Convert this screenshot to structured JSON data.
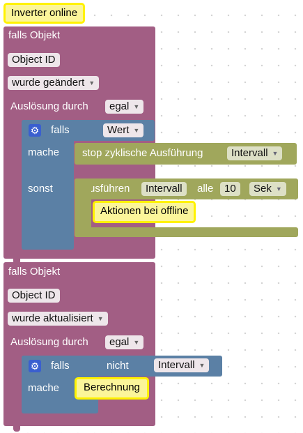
{
  "hat_block": {
    "label": "Inverter online"
  },
  "trigger1": {
    "falls_objekt": "falls Objekt",
    "object_id": "Object ID",
    "condition": "wurde geändert",
    "ausloesung_label": "Auslösung durch",
    "ausloesung_value": "egal",
    "if_block": {
      "falls": "falls",
      "condition_value": "Wert",
      "mache": "mache",
      "sonst": "sonst",
      "stop_label": "stop zyklische Ausführung",
      "stop_value": "Intervall",
      "execute_label": "Ausführen",
      "execute_name": "Intervall",
      "alle": "alle",
      "interval_number": "10",
      "interval_unit": "Sek",
      "offline_call": "Aktionen bei offline"
    }
  },
  "trigger2": {
    "falls_objekt": "falls Objekt",
    "object_id": "Object ID",
    "condition": "wurde aktualisiert",
    "ausloesung_label": "Auslösung durch",
    "ausloesung_value": "egal",
    "if_block": {
      "falls": "falls",
      "nicht": "nicht",
      "condition_value": "Intervall",
      "mache": "mache",
      "call": "Berechnung"
    }
  },
  "colors": {
    "trigger": "#a25e84",
    "logic": "#5b80a5",
    "timeout": "#a0a75c",
    "highlight": "#fff200",
    "gear": "#3a5fcf"
  },
  "icons": [
    "gear-icon",
    "dropdown-arrow-icon"
  ]
}
